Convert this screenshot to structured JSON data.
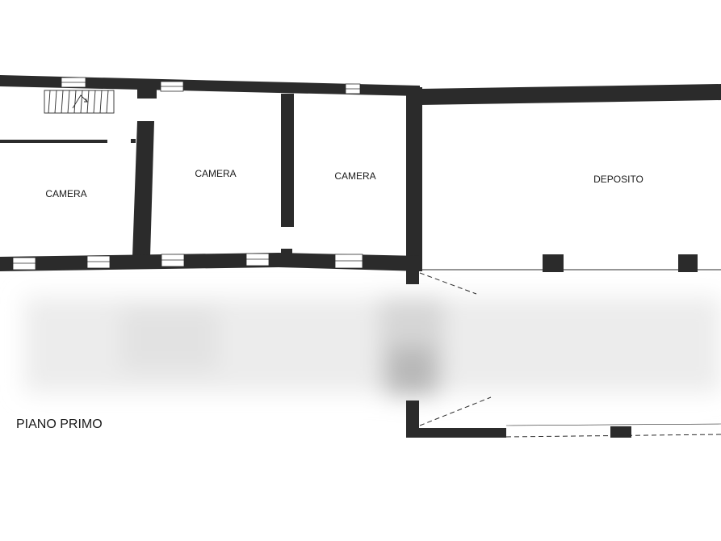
{
  "plan": {
    "floor_label": "PIANO PRIMO",
    "rooms": [
      {
        "id": "camera-1",
        "label": "CAMERA"
      },
      {
        "id": "camera-2",
        "label": "CAMERA"
      },
      {
        "id": "camera-3",
        "label": "CAMERA"
      },
      {
        "id": "deposito",
        "label": "DEPOSITO"
      }
    ],
    "colors": {
      "wall": "#2b2b2b",
      "window": "#ffffff",
      "background": "#ffffff",
      "blur": "#e9e9e9"
    }
  }
}
